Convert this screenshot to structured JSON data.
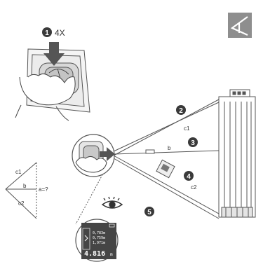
{
  "step1": {
    "number": "1",
    "repeat": "4X"
  },
  "steps": [
    {
      "number": "2"
    },
    {
      "number": "3"
    },
    {
      "number": "4"
    },
    {
      "number": "5"
    }
  ],
  "lines": {
    "c1": "c1",
    "b": "b",
    "c2": "c2"
  },
  "triangle": {
    "c1": "c1",
    "b": "b",
    "c2": "c2",
    "a": "a=?"
  },
  "display": {
    "rows": [
      "0,783m",
      "0,759m",
      "1,971m"
    ],
    "result": "4.816",
    "unit": "m"
  },
  "icons": [
    "measure-mode-icon",
    "eye-icon",
    "press-arrow-icon",
    "battery-icon"
  ],
  "colors": {
    "icon_bg": "#8e8e8e",
    "badge": "#3a3a3a",
    "display_bg": "#454545"
  }
}
